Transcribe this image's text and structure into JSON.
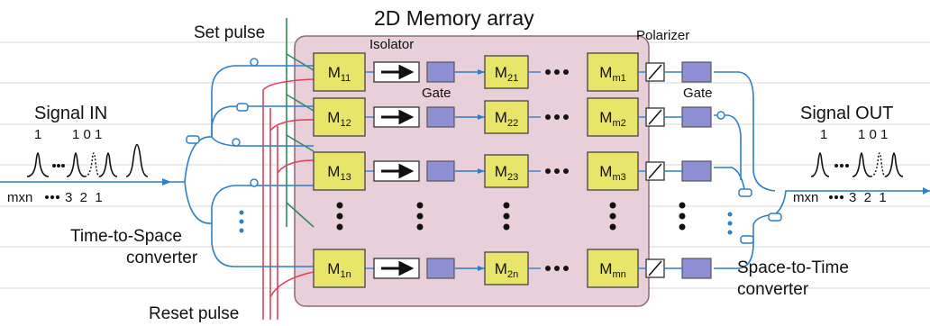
{
  "title": "2D Memory array",
  "labels": {
    "set_pulse": "Set pulse",
    "reset_pulse": "Reset pulse",
    "isolator": "Isolator",
    "polarizer": "Polarizer",
    "gate_1": "Gate",
    "gate_2": "Gate",
    "signal_in": "Signal IN",
    "signal_out": "Signal OUT",
    "tts_line1": "Time-to-Space",
    "tts_line2": "converter",
    "stt_line1": "Space-to-Time",
    "stt_line2": "converter",
    "bits_in": [
      "1",
      "1 0 1"
    ],
    "bits_out": [
      "1",
      "1 0 1"
    ],
    "seq_in": "mxn",
    "seq_in_nums": "3  2  1",
    "seq_out": "mxn",
    "seq_out_nums": "3  2  1"
  },
  "memory_rows": [
    {
      "c1": [
        "M",
        "11"
      ],
      "c2": [
        "M",
        "21"
      ],
      "c3": [
        "M",
        "m1"
      ]
    },
    {
      "c1": [
        "M",
        "12"
      ],
      "c2": [
        "M",
        "22"
      ],
      "c3": [
        "M",
        "m2"
      ]
    },
    {
      "c1": [
        "M",
        "13"
      ],
      "c2": [
        "M",
        "23"
      ],
      "c3": [
        "M",
        "m3"
      ]
    },
    {
      "c1": [
        "M",
        "1n"
      ],
      "c2": [
        "M",
        "2n"
      ],
      "c3": [
        "M",
        "mn"
      ]
    }
  ],
  "colors": {
    "grid_line": "#d7d7d7",
    "panel_fill": "#e9cfd9",
    "panel_stroke": "#8a6c78",
    "memory_fill": "#e9e46a",
    "memory_stroke": "#444444",
    "gate_fill": "#8f8fd6",
    "fiber_blue": "#2f7fc8",
    "set_pulse_green": "#2e8b57",
    "reset_pulse_red": "#e0405a"
  }
}
